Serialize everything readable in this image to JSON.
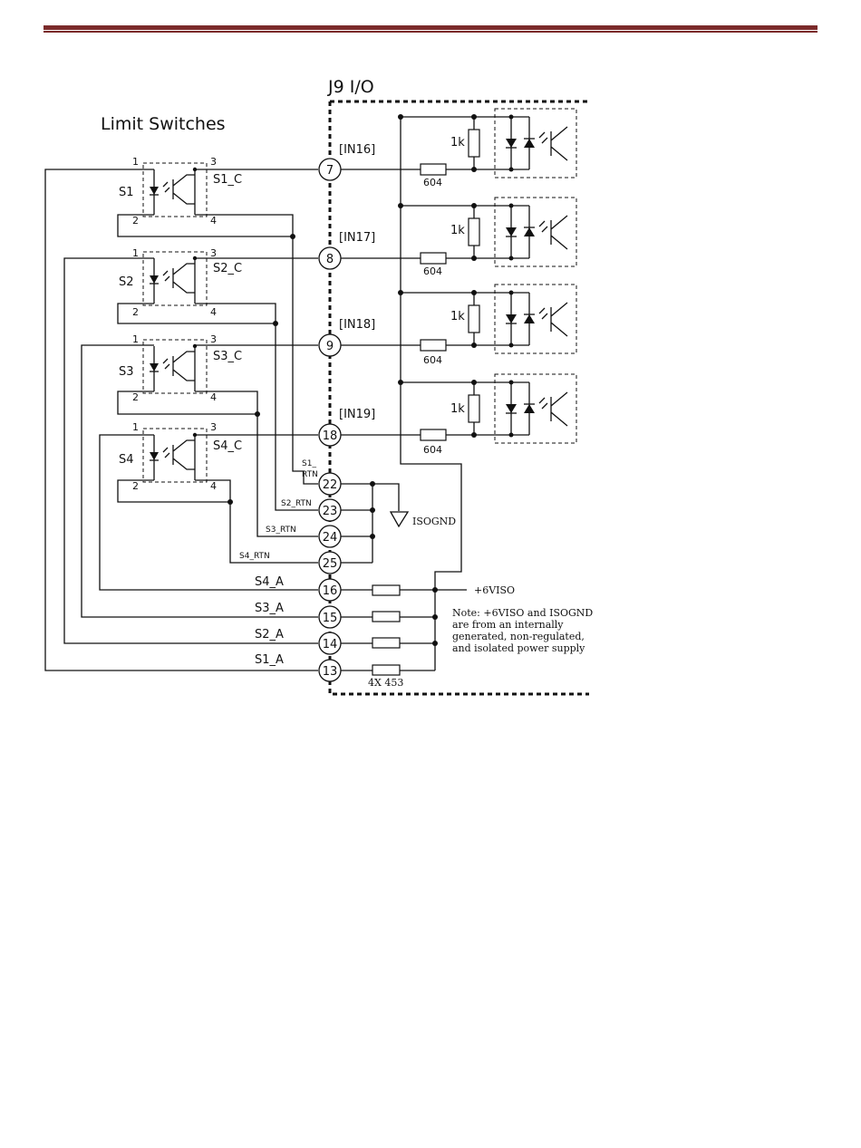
{
  "diagram": {
    "connector_title": "J9 I/O",
    "section_title": "Limit Switches",
    "switches": [
      {
        "name": "S1",
        "c_label": "S1_C",
        "pin1": "1",
        "pin2": "2",
        "pin3": "3",
        "pin4": "4"
      },
      {
        "name": "S2",
        "c_label": "S2_C",
        "pin1": "1",
        "pin2": "2",
        "pin3": "3",
        "pin4": "4"
      },
      {
        "name": "S3",
        "c_label": "S3_C",
        "pin1": "1",
        "pin2": "2",
        "pin3": "3",
        "pin4": "4"
      },
      {
        "name": "S4",
        "c_label": "S4_C",
        "pin1": "1",
        "pin2": "2",
        "pin3": "3",
        "pin4": "4"
      }
    ],
    "inputs": [
      {
        "tag": "[IN16]",
        "pin": "7",
        "pullup": "1k",
        "series": "604"
      },
      {
        "tag": "[IN17]",
        "pin": "8",
        "pullup": "1k",
        "series": "604"
      },
      {
        "tag": "[IN18]",
        "pin": "9",
        "pullup": "1k",
        "series": "604"
      },
      {
        "tag": "[IN19]",
        "pin": "18",
        "pullup": "1k",
        "series": "604"
      }
    ],
    "returns": [
      {
        "label_line1": "S1_",
        "label_line2": "RTN",
        "pin": "22"
      },
      {
        "label": "S2_RTN",
        "pin": "23"
      },
      {
        "label": "S3_RTN",
        "pin": "24"
      },
      {
        "label": "S4_RTN",
        "pin": "25"
      }
    ],
    "anodes": [
      {
        "label": "S4_A",
        "pin": "16"
      },
      {
        "label": "S3_A",
        "pin": "15"
      },
      {
        "label": "S2_A",
        "pin": "14"
      },
      {
        "label": "S1_A",
        "pin": "13"
      }
    ],
    "ground_label": "ISOGND",
    "supply_label": "+6VISO",
    "resistor_array_label": "4X 453",
    "note_lines": [
      "Note: +6VISO and ISOGND",
      "are from an internally",
      "generated, non-regulated,",
      "and isolated power supply"
    ]
  }
}
